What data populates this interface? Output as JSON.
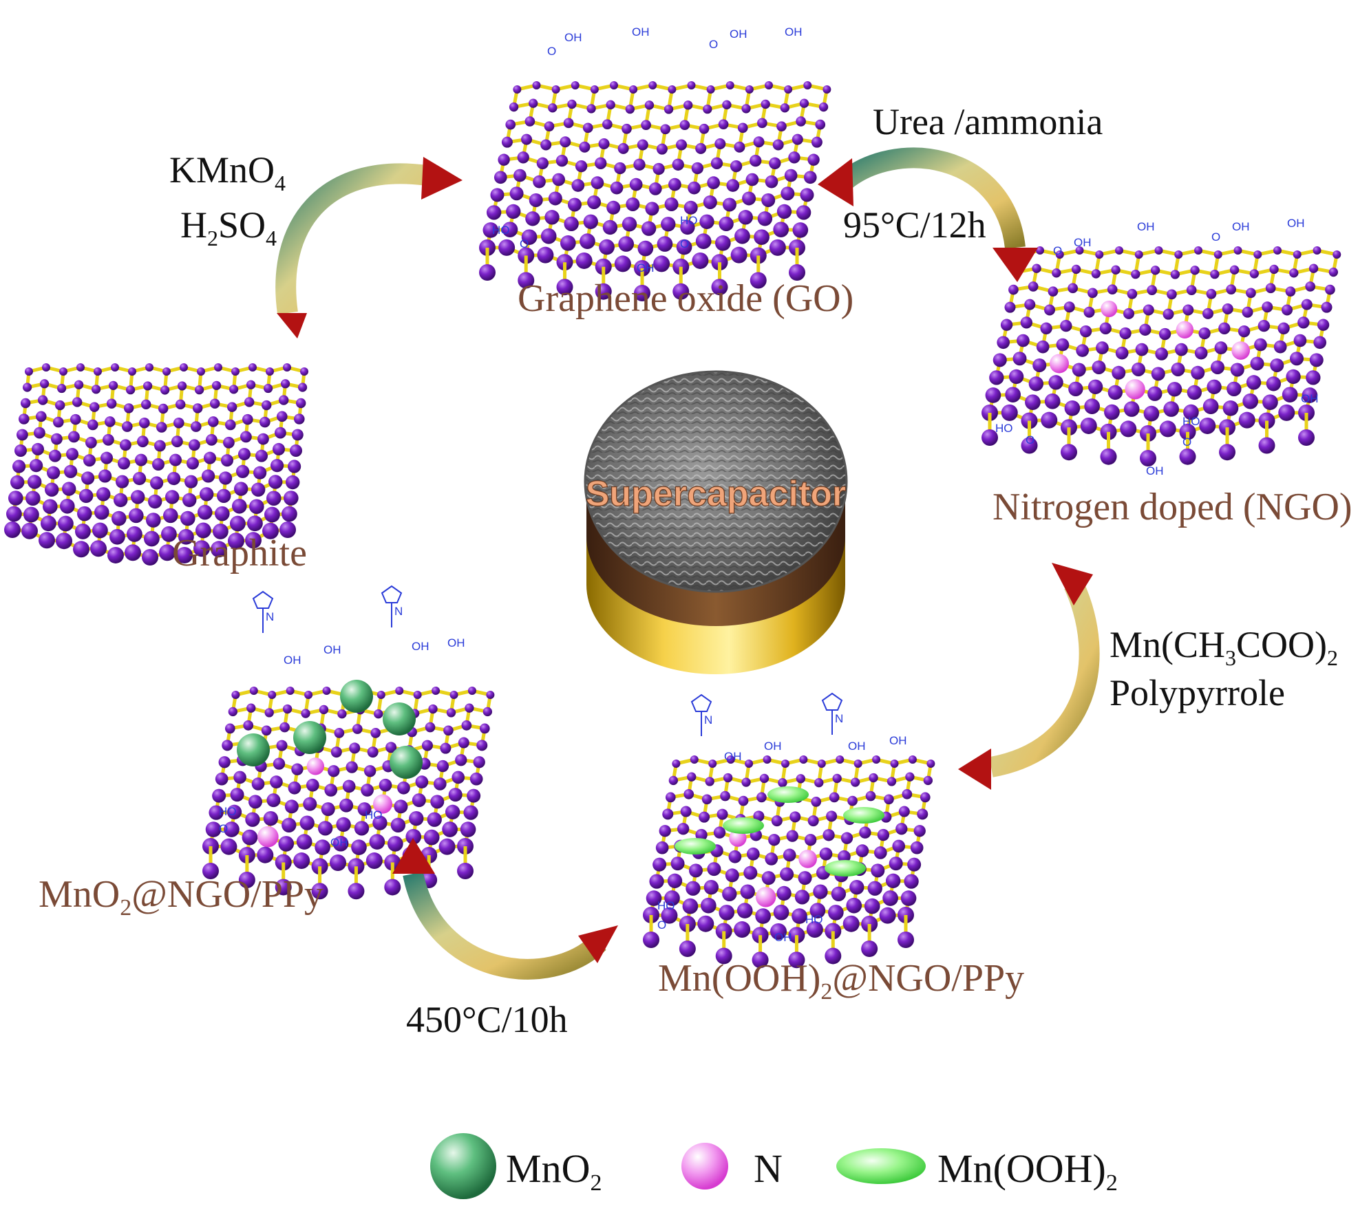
{
  "labels": {
    "graphite": "Graphite",
    "go": "Graphene oxide (GO)",
    "ngo": "Nitrogen doped (NGO)",
    "mnooh": "Mn(OOH)",
    "mnooh_sub": "2",
    "mnooh_suffix": "@NGO/PPy",
    "mno2": "MnO",
    "mno2_sub": "2",
    "mno2_suffix": "@NGO/PPy",
    "center": "Supercapacitor"
  },
  "reagents": {
    "step1_line1_main": "KMnO",
    "step1_line1_sub": "4",
    "step1_line2_a": "H",
    "step1_line2_sub1": "2",
    "step1_line2_b": "SO",
    "step1_line2_sub2": "4",
    "step2_line1": "Urea /ammonia",
    "step2_line2": "95°C/12h",
    "step3_line1_a": "Mn(CH",
    "step3_line1_sub1": "3",
    "step3_line1_b": "COO)",
    "step3_line1_sub2": "2",
    "step3_line2": "Polypyrrole",
    "step4": "450°C/10h"
  },
  "chem_labels": {
    "oh": "OH",
    "ho": "HO",
    "o": "O",
    "n": "N"
  },
  "legend": [
    {
      "label": "MnO",
      "sub": "2",
      "shape": "green-sphere",
      "color": "#3a9a5e"
    },
    {
      "label": "N",
      "sub": "",
      "shape": "pink-sphere",
      "color": "#e055d8"
    },
    {
      "label": "Mn(OOH)",
      "sub": "2",
      "shape": "green-ellipse",
      "color": "#5ce65c"
    }
  ],
  "colors": {
    "carbon": "#7b22c9",
    "bond": "#e8d21a",
    "nitrogen": "#e055d8",
    "mno2": "#3a9a5e",
    "mnooh": "#5ce65c",
    "label": "#7a4a36",
    "functional_group": "#2a3bd8",
    "arrow_head": "#b31212"
  }
}
